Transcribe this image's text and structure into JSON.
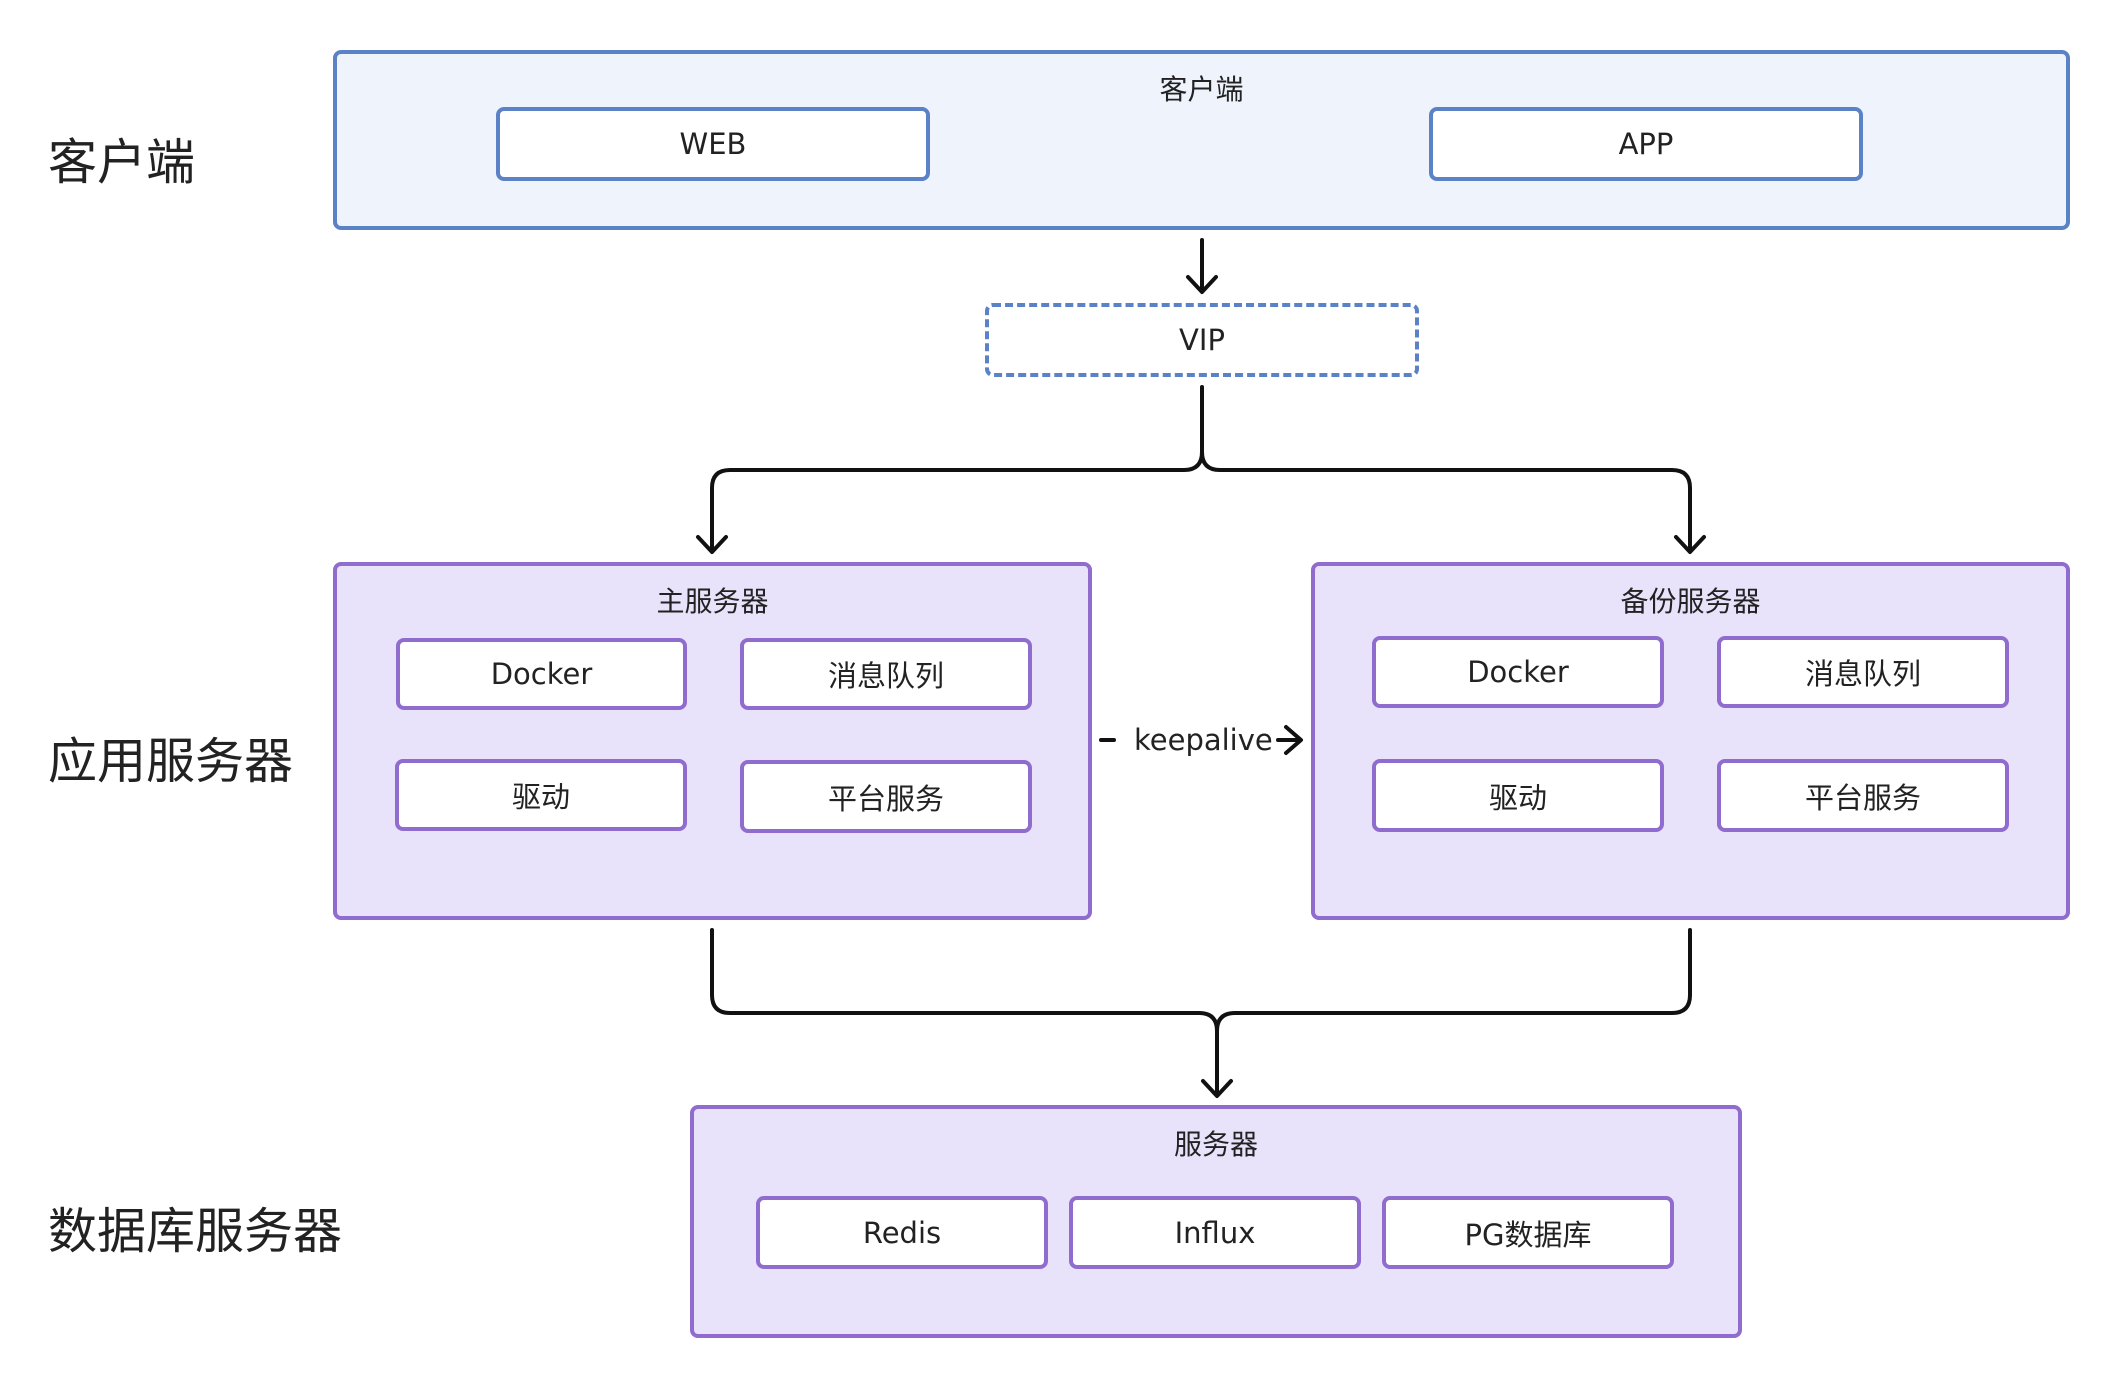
{
  "layers": {
    "client": "客户端",
    "app": "应用服务器",
    "db": "数据库服务器"
  },
  "client_group": {
    "title": "客户端",
    "web": "WEB",
    "app": "APP"
  },
  "vip": "VIP",
  "primary_server": {
    "title": "主服务器",
    "items": [
      "Docker",
      "消息队列",
      "驱动",
      "平台服务"
    ]
  },
  "backup_server": {
    "title": "备份服务器",
    "items": [
      "Docker",
      "消息队列",
      "驱动",
      "平台服务"
    ]
  },
  "keepalive": "keepalive",
  "db_server": {
    "title": "服务器",
    "items": [
      "Redis",
      "Influx",
      "PG数据库"
    ]
  },
  "colors": {
    "client_fill": "#eef3fc",
    "client_border": "#5b82c7",
    "server_fill": "#e9e2fb",
    "server_border": "#8f6ccd",
    "connector": "#111111"
  }
}
